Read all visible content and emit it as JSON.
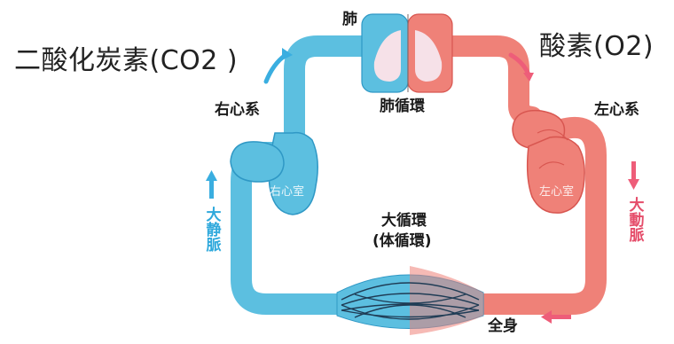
{
  "labels": {
    "co2": "二酸化炭素(CO2 )",
    "o2": "酸素(O2)",
    "lung": "肺",
    "pulmonary_circulation": "肺循環",
    "right_heart_system": "右心系",
    "left_heart_system": "左心系",
    "systemic_circulation": "大循環",
    "systemic_circulation_alt": "(体循環)",
    "whole_body": "全身",
    "vena_cava": "大静脈",
    "aorta": "大動脈",
    "right_ventricle": "右心室",
    "left_ventricle": "左心室"
  },
  "colors": {
    "venous": "#5cbfe0",
    "venous_dark": "#2f98c5",
    "arterial": "#ef8178",
    "arterial_dark": "#d85650",
    "lung_inner": "#f6e1e8",
    "arrow_blue": "#3aaee0",
    "arrow_pink": "#ee5d79"
  },
  "icons": {
    "arrow_up_left": "arrow-up-icon",
    "arrow_down_right": "arrow-down-icon",
    "arrow_left_bottom": "arrow-left-icon"
  }
}
